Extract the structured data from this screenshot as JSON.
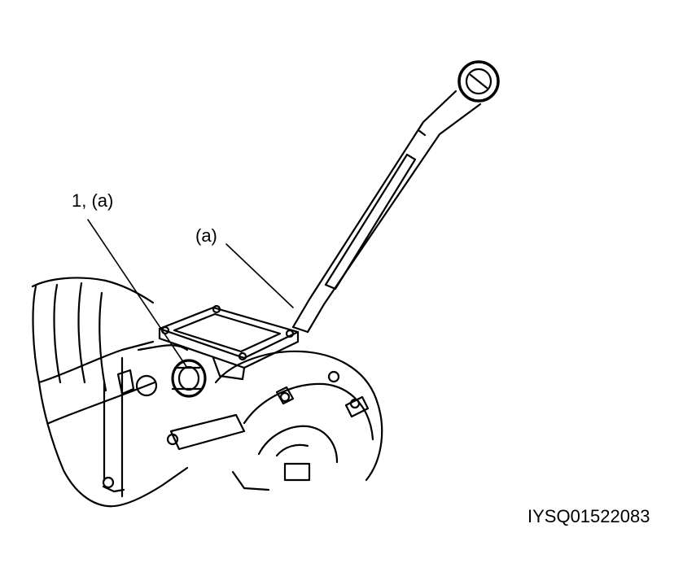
{
  "callouts": {
    "part_1": "1, (a)",
    "wrench": "(a)"
  },
  "figure_code": "IYSQ01522083",
  "colors": {
    "ink": "#000000",
    "paper": "#ffffff"
  }
}
